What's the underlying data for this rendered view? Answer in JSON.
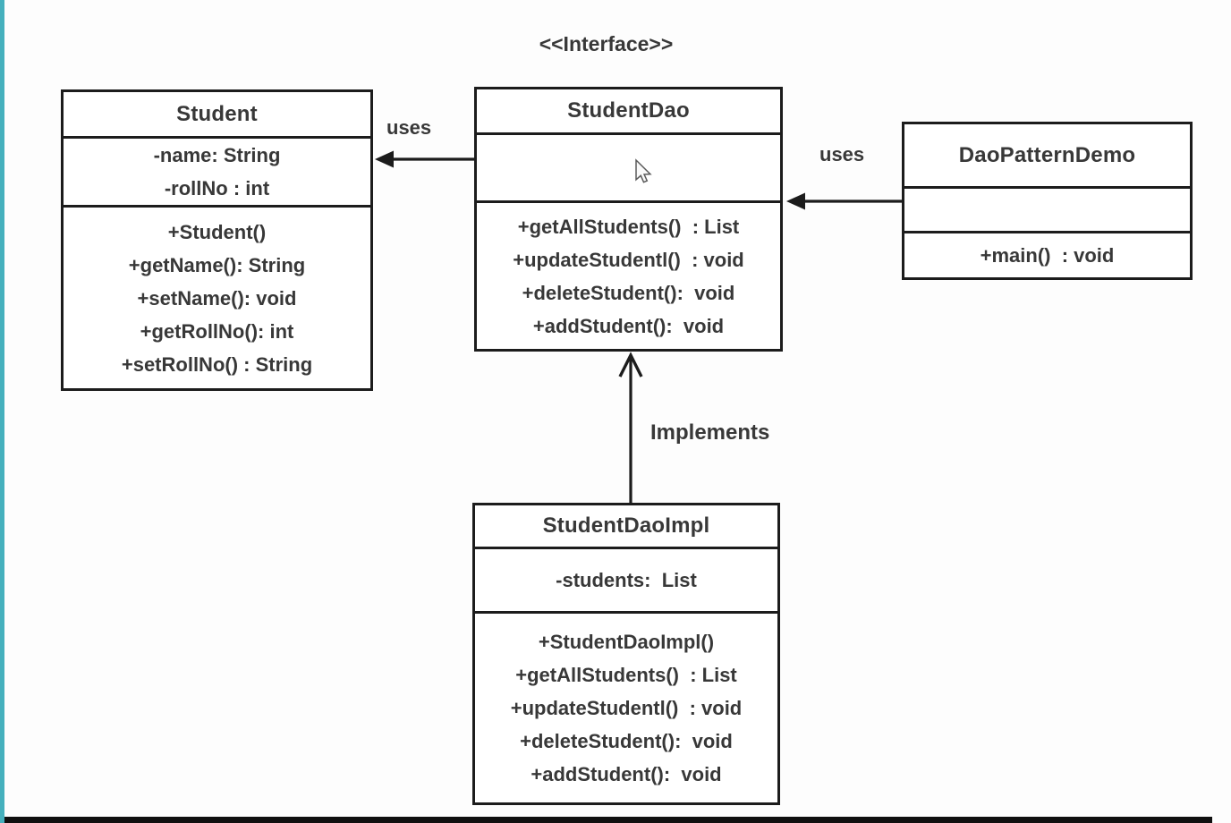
{
  "page": {
    "stereotype_label": "<<Interface>>"
  },
  "classes": {
    "student": {
      "name": "Student",
      "attributes": [
        "-name: String",
        "-rollNo : int"
      ],
      "methods": [
        "+Student()",
        "+getName(): String",
        "+setName(): void",
        "+getRollNo(): int",
        "+setRollNo() : String"
      ]
    },
    "student_dao": {
      "name": "StudentDao",
      "attributes": [],
      "methods": [
        "+getAllStudents()  : List",
        "+updateStudentl()  : void",
        "+deleteStudent():  void",
        "+addStudent():  void"
      ]
    },
    "dao_pattern_demo": {
      "name": "DaoPatternDemo",
      "attributes": [],
      "methods": [
        "+main()  : void"
      ]
    },
    "student_dao_impl": {
      "name": "StudentDaoImpl",
      "attributes": [
        "-students:  List"
      ],
      "methods": [
        "+StudentDaoImpl()",
        "+getAllStudents()  : List",
        "+updateStudentl()  : void",
        "+deleteStudent():  void",
        "+addStudent():  void"
      ]
    }
  },
  "relationships": {
    "dao_uses_student": "uses",
    "demo_uses_dao": "uses",
    "impl_implements_dao": "Implements"
  },
  "colors": {
    "line": "#1c1c1c",
    "text": "#383838",
    "accent_stripe": "#45b0bd",
    "bottom_bar": "#101010"
  }
}
